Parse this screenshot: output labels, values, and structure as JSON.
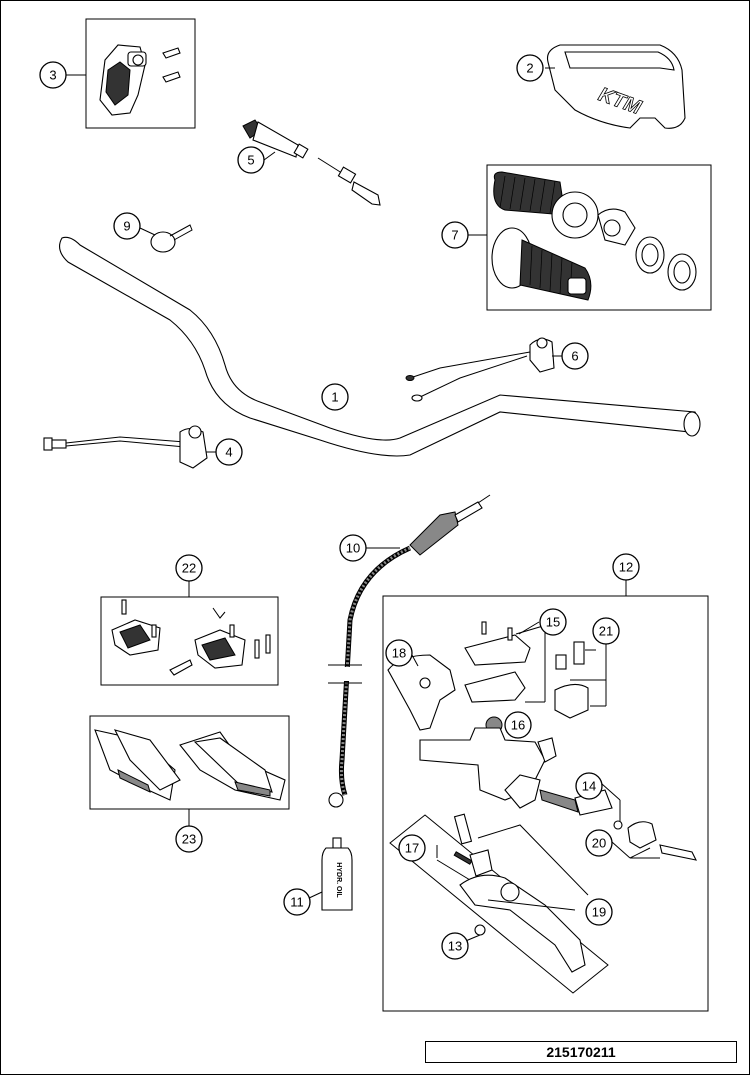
{
  "diagram": {
    "drawing_number": "215170211",
    "logo_text": "KTM",
    "oil_bottle_label": "HYDR. OIL",
    "callouts": [
      "1",
      "2",
      "3",
      "4",
      "5",
      "6",
      "7",
      "9",
      "10",
      "11",
      "12",
      "13",
      "14",
      "15",
      "16",
      "17",
      "18",
      "19",
      "20",
      "21",
      "22",
      "23"
    ]
  }
}
